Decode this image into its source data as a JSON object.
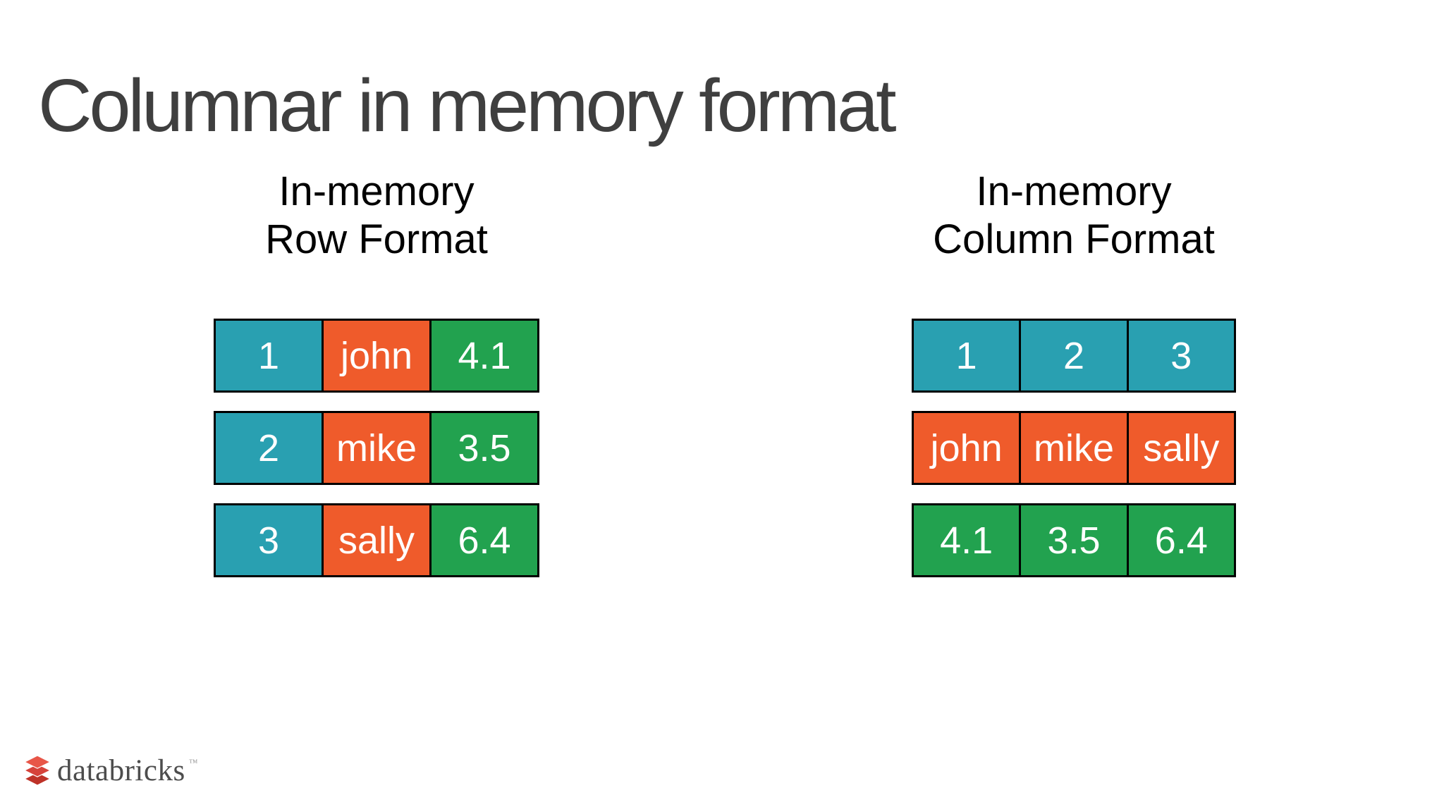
{
  "slide": {
    "title": "Columnar in memory format",
    "title_color": "#3f3f3f",
    "background": "#ffffff"
  },
  "palette": {
    "teal": "#29A0B1",
    "orange": "#EF5B2B",
    "green": "#22A24F",
    "cell_text": "#ffffff",
    "cell_border": "#000000",
    "heading_text": "#000000",
    "logo_red": "#D6423A",
    "logo_gray": "#4d4d4d"
  },
  "diagrams": [
    {
      "id": "row-format",
      "heading_lines": [
        "In-memory",
        "Row Format"
      ],
      "rows": [
        {
          "cells": [
            {
              "text": "1",
              "color": "teal"
            },
            {
              "text": "john",
              "color": "orange"
            },
            {
              "text": "4.1",
              "color": "green"
            }
          ]
        },
        {
          "cells": [
            {
              "text": "2",
              "color": "teal"
            },
            {
              "text": "mike",
              "color": "orange"
            },
            {
              "text": "3.5",
              "color": "green"
            }
          ]
        },
        {
          "cells": [
            {
              "text": "3",
              "color": "teal"
            },
            {
              "text": "sally",
              "color": "orange"
            },
            {
              "text": "6.4",
              "color": "green"
            }
          ]
        }
      ]
    },
    {
      "id": "column-format",
      "heading_lines": [
        "In-memory",
        "Column Format"
      ],
      "rows": [
        {
          "cells": [
            {
              "text": "1",
              "color": "teal"
            },
            {
              "text": "2",
              "color": "teal"
            },
            {
              "text": "3",
              "color": "teal"
            }
          ]
        },
        {
          "cells": [
            {
              "text": "john",
              "color": "orange"
            },
            {
              "text": "mike",
              "color": "orange"
            },
            {
              "text": "sally",
              "color": "orange"
            }
          ]
        },
        {
          "cells": [
            {
              "text": "4.1",
              "color": "green"
            },
            {
              "text": "3.5",
              "color": "green"
            },
            {
              "text": "6.4",
              "color": "green"
            }
          ]
        }
      ]
    }
  ],
  "footer": {
    "logo_icon": "databricks-bricks-icon",
    "logo_text": "databricks",
    "trademark": "™"
  }
}
